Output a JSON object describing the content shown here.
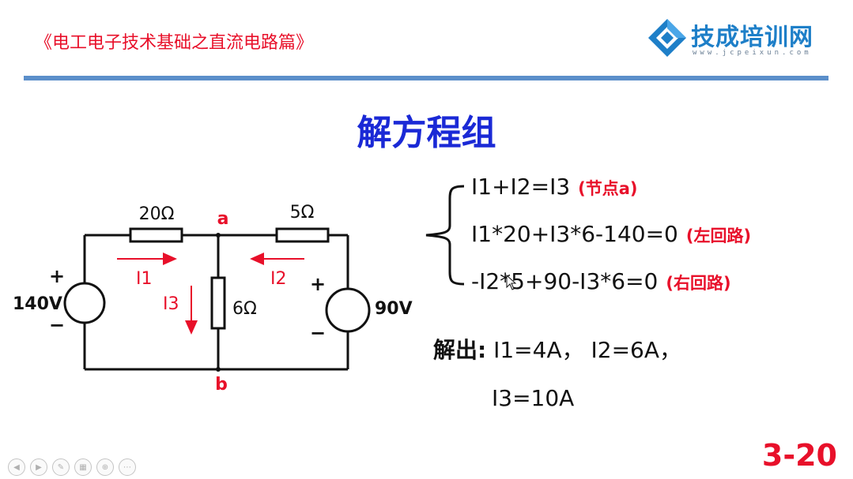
{
  "header": {
    "course_title": "《电工电子技术基础之直流电路篇》",
    "logo_text": "技成培训网",
    "logo_url": "www.jcpeixun.com",
    "colors": {
      "accent_red": "#e8102a",
      "logo_blue": "#1e7fc8",
      "rule_blue": "#5b8fca"
    }
  },
  "slide": {
    "title": "解方程组",
    "page_number": "3-20"
  },
  "circuit": {
    "resistor_left": "20Ω",
    "resistor_right": "5Ω",
    "resistor_middle": "6Ω",
    "node_top": "a",
    "node_bottom": "b",
    "source_left": "140V",
    "source_right": "90V",
    "plus": "+",
    "minus": "−",
    "current_1": "I1",
    "current_2": "I2",
    "current_3": "I3"
  },
  "equations": [
    {
      "expr": "I1+I2=I3",
      "tag": "(节点a)"
    },
    {
      "expr": "I1*20+I3*6-140=0",
      "tag": "(左回路)"
    },
    {
      "expr": "-I2*5+90-I3*6=0",
      "tag": "(右回路)"
    }
  ],
  "solution": {
    "label": "解出:",
    "line1": "I1=4A， I2=6A，",
    "line2": "I3=10A"
  },
  "toolbar": {
    "icons": [
      "prev-icon",
      "next-icon",
      "pen-icon",
      "pages-icon",
      "zoom-icon",
      "more-icon"
    ]
  }
}
